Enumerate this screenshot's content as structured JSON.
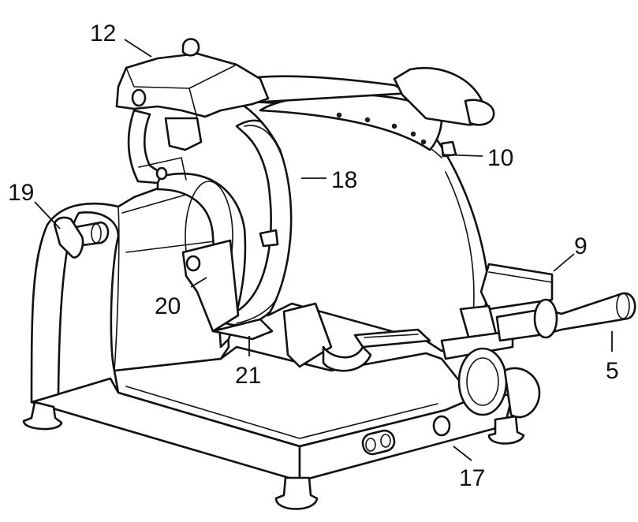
{
  "figure": {
    "labels": [
      {
        "id": "12",
        "text": "12"
      },
      {
        "id": "10",
        "text": "10"
      },
      {
        "id": "18",
        "text": "18"
      },
      {
        "id": "19",
        "text": "19"
      },
      {
        "id": "9",
        "text": "9"
      },
      {
        "id": "20",
        "text": "20"
      },
      {
        "id": "21",
        "text": "21"
      },
      {
        "id": "5",
        "text": "5"
      },
      {
        "id": "17",
        "text": "17"
      }
    ]
  }
}
